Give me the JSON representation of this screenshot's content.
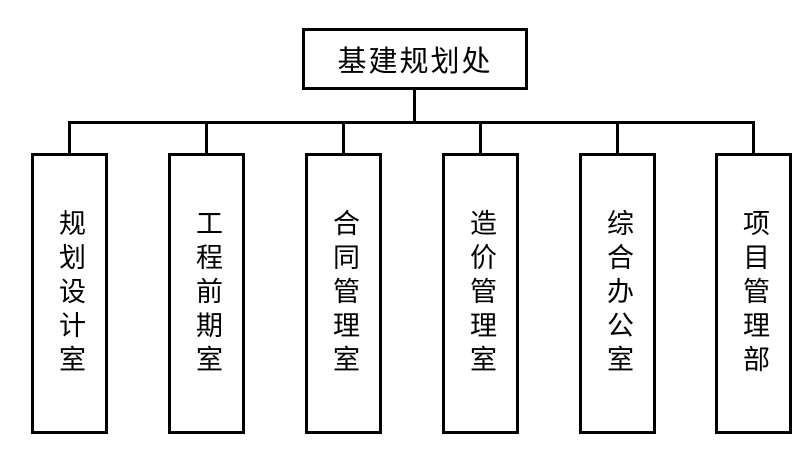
{
  "diagram": {
    "type": "org-chart",
    "root": {
      "label": "基建规划处"
    },
    "children": [
      {
        "label": "规划设计室"
      },
      {
        "label": "工程前期室"
      },
      {
        "label": "合同管理室"
      },
      {
        "label": "造价管理室"
      },
      {
        "label": "综合办公室"
      },
      {
        "label": "项目管理部"
      }
    ]
  },
  "colors": {
    "line": "#000000",
    "text": "#000000",
    "background": "#ffffff",
    "box_fill": "#ffffff"
  }
}
